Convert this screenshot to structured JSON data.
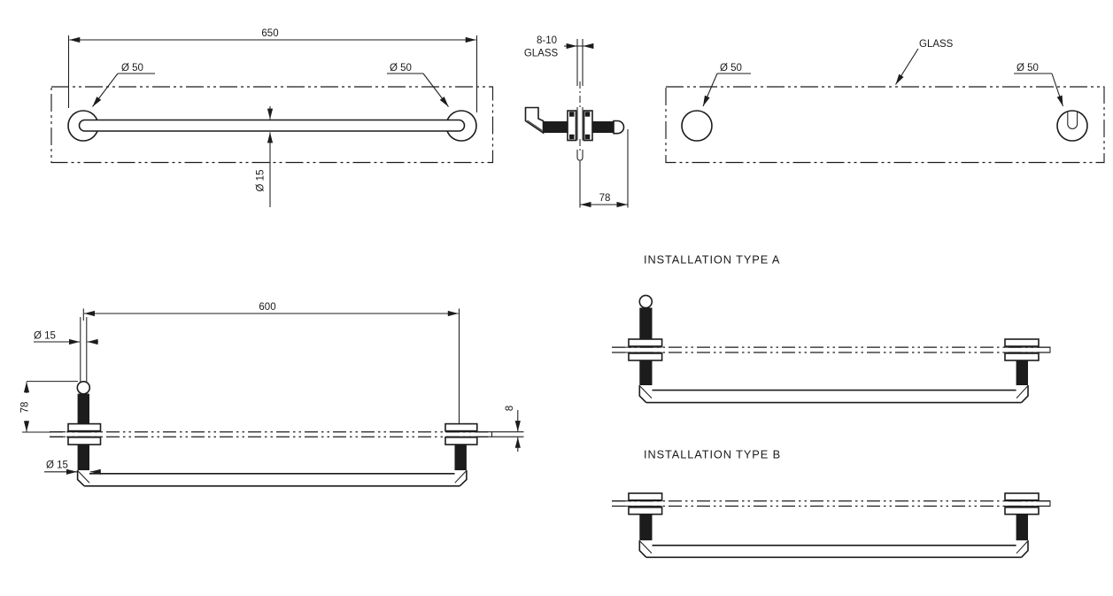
{
  "colors": {
    "line": "#1c1c1c",
    "background": "#ffffff"
  },
  "views": {
    "front": {
      "length": "650",
      "flange_left": "Ø 50",
      "flange_right": "Ø 50",
      "bar_diameter": "Ø 15"
    },
    "section": {
      "glass_thickness": "8-10",
      "glass_label": "GLASS",
      "depth": "78"
    },
    "rear": {
      "glass_label": "GLASS",
      "flange_left": "Ø 50",
      "flange_right": "Ø 50"
    },
    "plan": {
      "hole_centers": "600",
      "post_top_diameter": "Ø 15",
      "post_bottom_diameter": "Ø 15",
      "depth": "78",
      "glass_thickness": "8"
    },
    "installation_a": {
      "title": "INSTALLATION TYPE A"
    },
    "installation_b": {
      "title": "INSTALLATION TYPE B"
    }
  }
}
